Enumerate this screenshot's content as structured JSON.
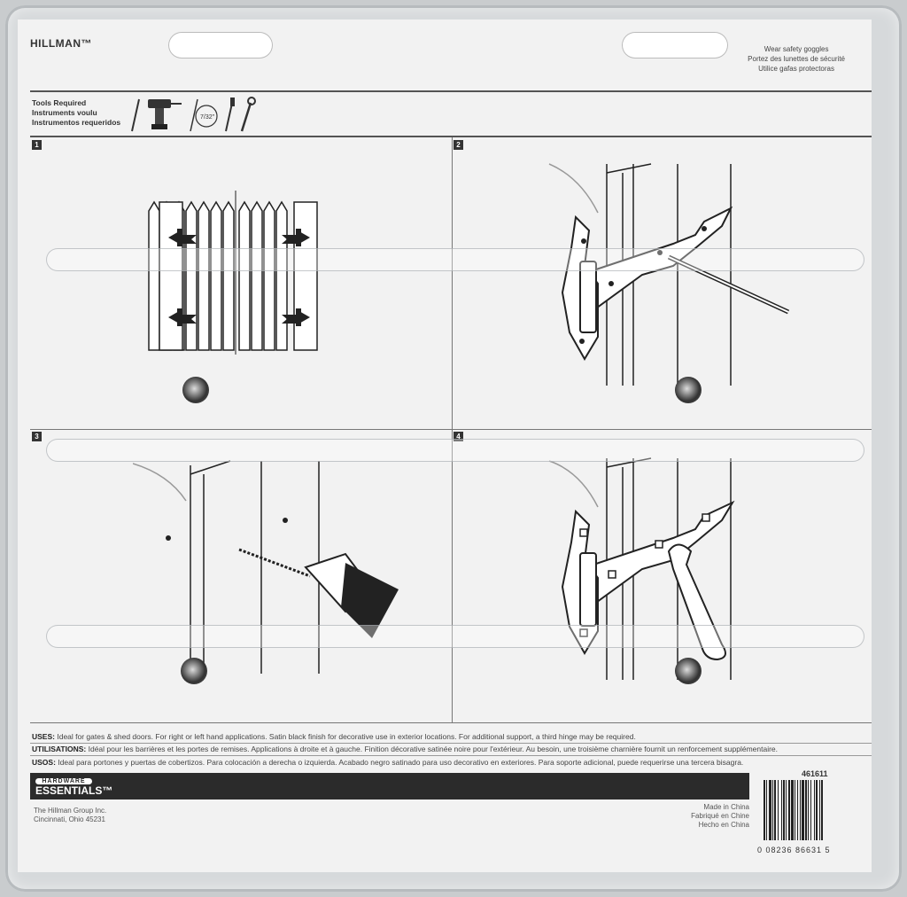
{
  "brand": "HILLMAN™",
  "safety": [
    "Wear safety goggles",
    "Portez des lunettes de sécurité",
    "Utilice gafas protectoras"
  ],
  "tools": {
    "lines": [
      "Tools Required",
      "Instruments voulu",
      "Instrumentos requeridos"
    ],
    "drill_bit_size": "7/32\"",
    "icons": [
      "pencil-icon",
      "drill-icon",
      "drill-bit-icon",
      "screwdriver-icon",
      "wrench-icon"
    ]
  },
  "steps": [
    {
      "number": "1",
      "illustration": "fence-gate-with-hinges"
    },
    {
      "number": "2",
      "illustration": "mark-holes-with-pencil"
    },
    {
      "number": "3",
      "illustration": "drill-pilot-holes"
    },
    {
      "number": "4",
      "illustration": "tighten-with-wrench"
    }
  ],
  "uses": [
    {
      "label": "USES:",
      "text": "Ideal for gates & shed doors. For right or left hand applications. Satin black finish for decorative use in exterior locations. For additional support, a third hinge may be required."
    },
    {
      "label": "UTILISATIONS:",
      "text": "Idéal pour les barrières et les portes de remises. Applications à droite et à gauche. Finition décorative satinée noire pour l'extérieur. Au besoin, une troisième charnière fournit un renforcement supplémentaire."
    },
    {
      "label": "USOS:",
      "text": "Ideal para portones y puertas de cobertizos. Para colocación a derecha o izquierda. Acabado negro satinado para uso decorativo en exteriores. Para soporte adicional, puede requerirse una tercera bisagra."
    }
  ],
  "hardware_logo": {
    "top": "HARDWARE",
    "main": "ESSENTIALS™"
  },
  "address": [
    "The Hillman Group Inc.",
    "Cincinnati, Ohio 45231"
  ],
  "origin": [
    "Made in China",
    "Fabriqué en Chine",
    "Hecho en China"
  ],
  "sku": "461611",
  "upc": "0  08236  86631  5"
}
